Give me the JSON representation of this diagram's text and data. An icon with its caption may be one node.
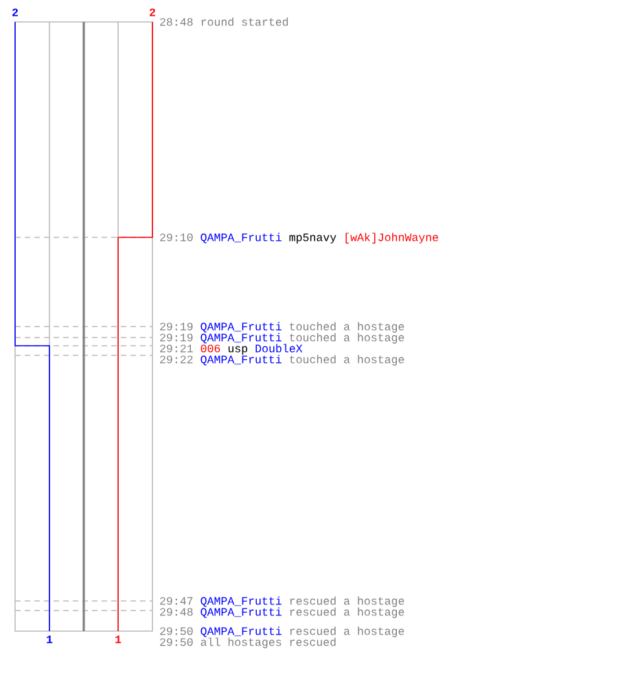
{
  "diagram": {
    "labels": [
      "2",
      "2",
      "28:48",
      "round started",
      "29:10",
      "QAMPA_Frutti",
      "mp5navy",
      "[wAk]JohnWayne",
      "29:19",
      "QAMPA_Frutti",
      "touched a hostage",
      "29:19",
      "QAMPA_Frutti",
      "touched a hostage",
      "29:21",
      "006",
      "usp",
      "DoubleX",
      "29:22",
      "QAMPA_Frutti",
      "touched a hostage",
      "29:47",
      "QAMPA_Frutti",
      "rescued a hostage",
      "29:48",
      "QAMPA_Frutti",
      "rescued a hostage",
      "29:50",
      "QAMPA_Frutti",
      "rescued a hostage",
      "1",
      "1",
      "29:50",
      "all hostages rescued"
    ]
  }
}
